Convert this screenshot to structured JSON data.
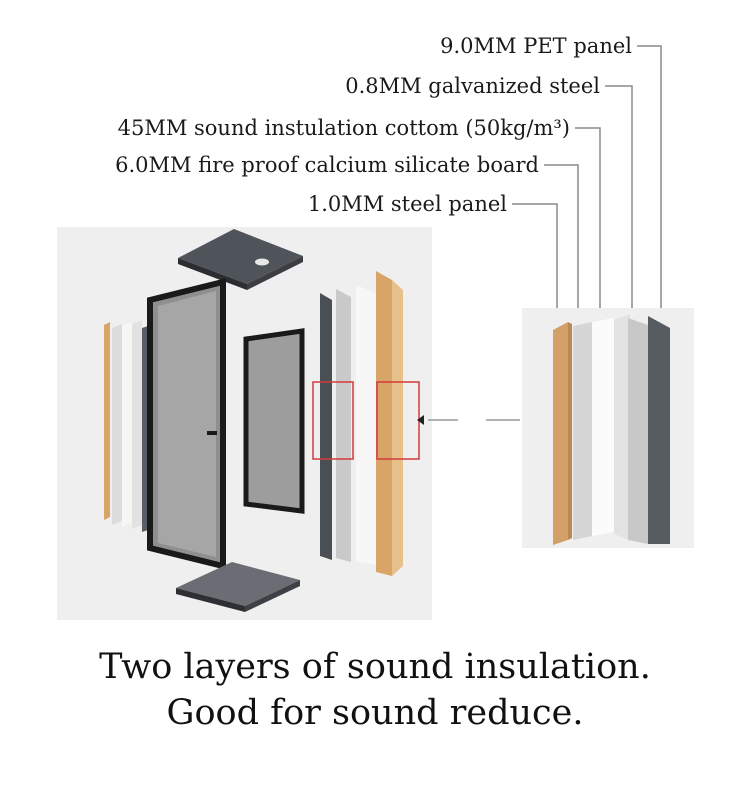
{
  "layers": [
    {
      "label": "9.0MM PET panel"
    },
    {
      "label": "0.8MM galvanized steel"
    },
    {
      "label": "45MM sound instulation cottom (50kg/m³)"
    },
    {
      "label": "6.0MM fire proof calcium silicate board"
    },
    {
      "label": "1.0MM steel panel"
    }
  ],
  "caption": {
    "line1": "Two layers of sound insulation.",
    "line2": "Good for sound reduce."
  },
  "colors": {
    "pet_panel": "#5a5e66",
    "steel": "#d8d8d8",
    "cotton": "#f4f4f4",
    "silicate": "#e6e6e6",
    "wood": "#d9a467",
    "highlight": "#d33b3b",
    "leader": "#888888"
  }
}
